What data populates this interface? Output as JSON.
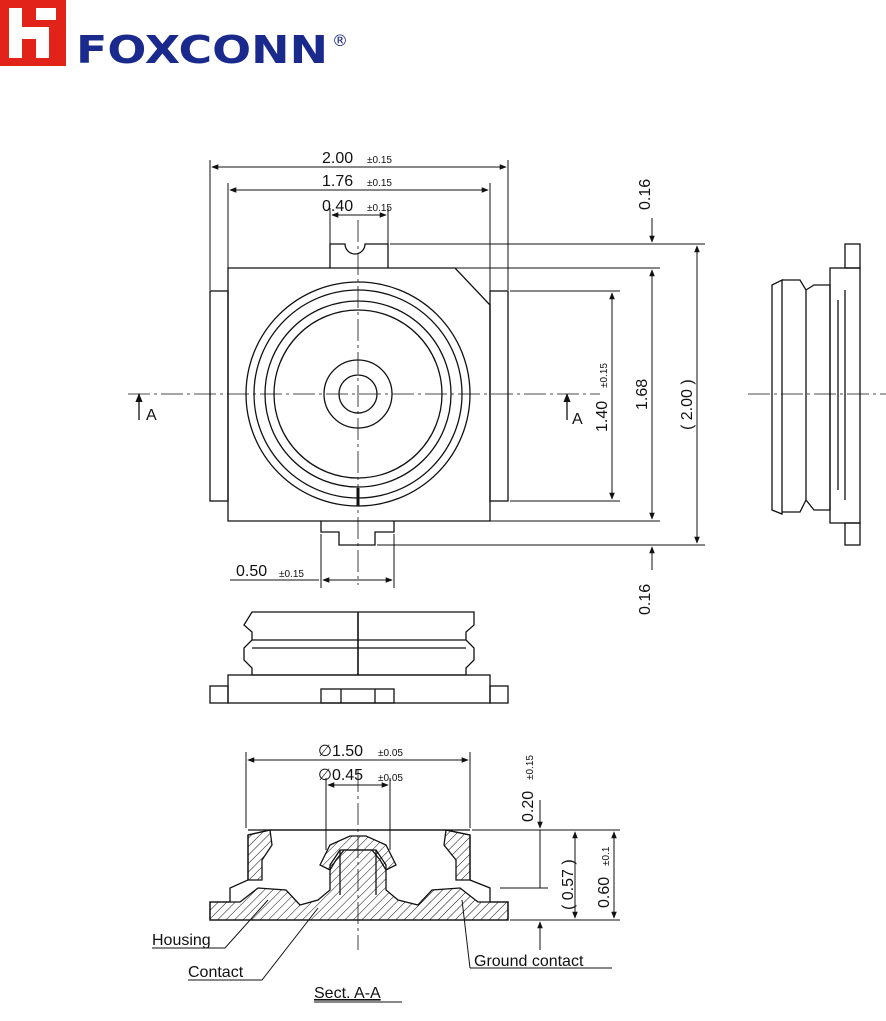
{
  "logo": {
    "text": "FOXCONN",
    "mark": "®",
    "brand_red": "#e2231a",
    "brand_blue": "#1a2a8c"
  },
  "top_view": {
    "dim_2_00": "2.00",
    "dim_2_00_tol": "±0.15",
    "dim_1_76": "1.76",
    "dim_1_76_tol": "±0.15",
    "dim_0_40": "0.40",
    "dim_0_40_tol": "±0.15",
    "dim_0_16_top": "0.16",
    "dim_1_40": "1.40",
    "dim_1_40_tol": "±0.15",
    "dim_1_68": "1.68",
    "dim_2_00_ref": "( 2.00 )",
    "dim_0_50": "0.50",
    "dim_0_50_tol": "±0.15",
    "dim_0_16_bottom": "0.16",
    "section_a_left": "A",
    "section_a_right": "A"
  },
  "section_view": {
    "dim_phi_1_50": "∅1.50",
    "dim_phi_1_50_tol": "±0.05",
    "dim_phi_0_45": "∅0.45",
    "dim_phi_0_45_tol": "±0.05",
    "dim_0_20": "0.20",
    "dim_0_20_tol": "±0.15",
    "dim_0_57": "( 0.57 )",
    "dim_0_60": "0.60",
    "dim_0_60_tol": "±0.1",
    "label_housing": "Housing",
    "label_contact": "Contact",
    "label_ground": "Ground contact",
    "title": "Sect. A-A"
  }
}
